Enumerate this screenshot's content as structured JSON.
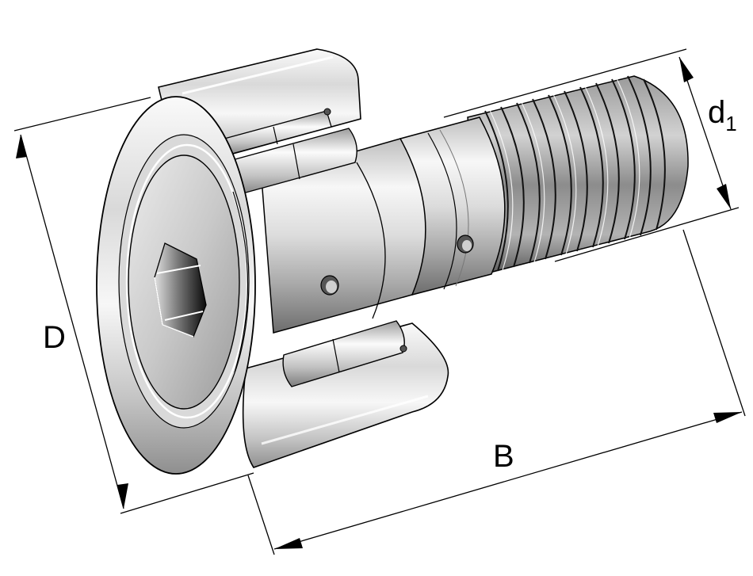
{
  "figure": {
    "type": "technical-drawing",
    "subject": "stud-type track roller with hexagon socket",
    "style": "monochrome shaded isometric",
    "colors": {
      "background": "#ffffff",
      "line": "#000000",
      "metal_light": "#f2f2f2",
      "metal_mid": "#bdbdbd",
      "metal_dark": "#3a3a3a"
    }
  },
  "dimensions": {
    "D": {
      "label": "D",
      "meaning": "outer diameter",
      "position": "left"
    },
    "B": {
      "label": "B",
      "meaning": "overall width",
      "position": "bottom"
    },
    "d1": {
      "label": "d",
      "subscript": "1",
      "meaning": "thread diameter",
      "position": "right"
    }
  },
  "features": {
    "hex_socket": "hexagon-socket-icon",
    "needle_rollers": 2,
    "lube_holes": 2,
    "thread_turns": 11
  }
}
